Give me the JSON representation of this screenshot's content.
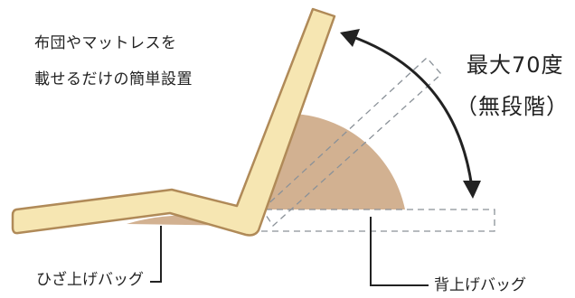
{
  "caption": {
    "line1": "布団やマットレスを",
    "line2": "載せるだけの簡単設置"
  },
  "angle": {
    "max": "最大70度",
    "note": "（無段階）"
  },
  "bags": {
    "knee": "ひざ上げバッグ",
    "back": "背上げバッグ"
  },
  "colors": {
    "bag_fill": "#d2b191",
    "mattress_fill": "#f6e6b2",
    "mattress_stroke": "#b08a58",
    "dashed": "#8a9198",
    "line": "#222222"
  }
}
